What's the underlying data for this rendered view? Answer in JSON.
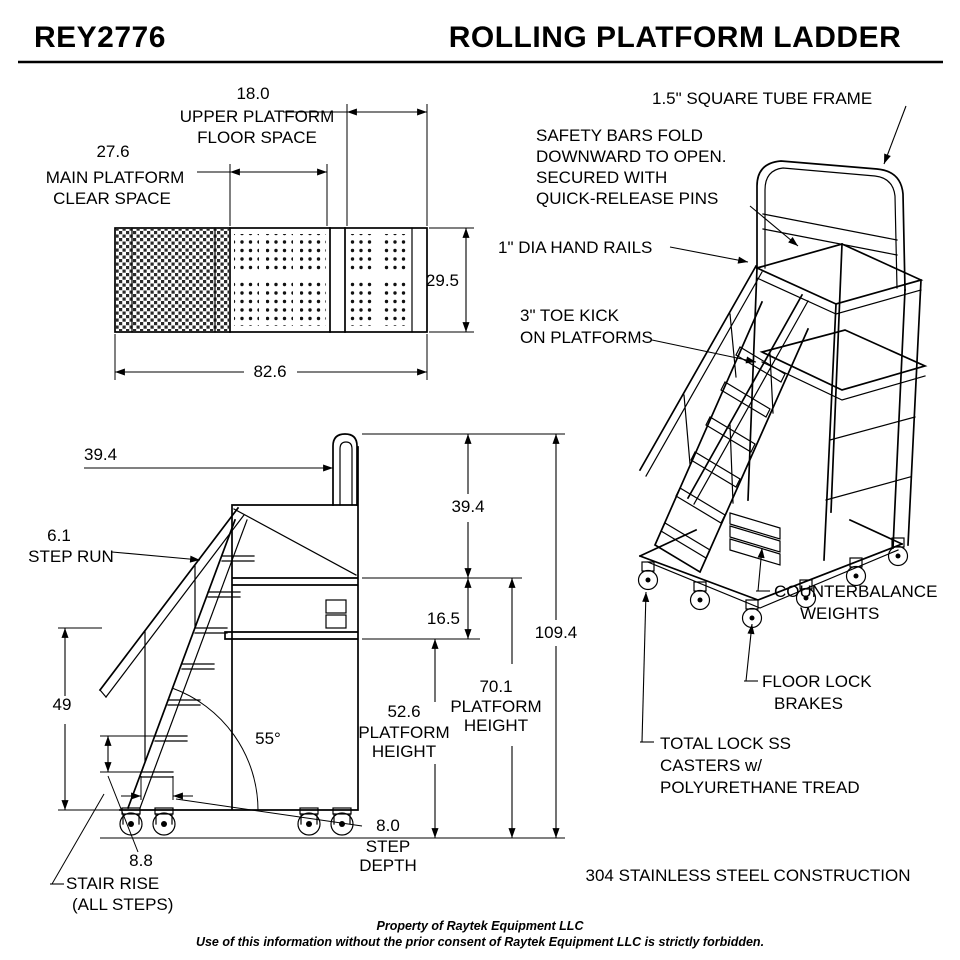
{
  "header": {
    "part_number": "REY2776",
    "title": "ROLLING PLATFORM LADDER"
  },
  "top_view": {
    "dim_upper_floor_space": "18.0",
    "label_upper_floor_space": [
      "UPPER PLATFORM",
      "FLOOR SPACE"
    ],
    "dim_main_clear_space": "27.6",
    "label_main_clear_space": [
      "MAIN PLATFORM",
      "CLEAR SPACE"
    ],
    "dim_width": "29.5",
    "dim_overall_length": "82.6"
  },
  "side_view": {
    "dim_handrail_height": "39.4",
    "dim_step_run": "6.1",
    "label_step_run": "STEP RUN",
    "dim_guardrail_height": "39.4",
    "dim_platform_gap": "16.5",
    "dim_overall_height": "109.4",
    "dim_upper_platform_height": "70.1",
    "dim_main_platform_height": "52.6",
    "label_platform_height": [
      "PLATFORM",
      "HEIGHT"
    ],
    "dim_stair_angle": "55°",
    "dim_handrail_low_height": "49",
    "dim_step_depth": "8.0",
    "label_step_depth": [
      "STEP",
      "DEPTH"
    ],
    "dim_stair_rise": "8.8",
    "label_stair_rise": [
      "STAIR RISE",
      "(ALL STEPS)"
    ]
  },
  "iso_view": {
    "callout_tube_frame": "1.5\" SQUARE TUBE FRAME",
    "callout_safety_bars": [
      "SAFETY BARS FOLD",
      "DOWNWARD TO OPEN.",
      "SECURED WITH",
      "QUICK-RELEASE PINS"
    ],
    "callout_hand_rails": "1\" DIA HAND RAILS",
    "callout_toe_kick": [
      "3\" TOE KICK",
      "ON PLATFORMS"
    ],
    "callout_counterbalance": [
      "COUNTERBALANCE",
      "WEIGHTS"
    ],
    "callout_floor_lock": [
      "FLOOR LOCK",
      "BRAKES"
    ],
    "callout_casters": [
      "TOTAL LOCK SS",
      "CASTERS w/",
      "POLYURETHANE TREAD"
    ],
    "note_construction": "304 STAINLESS STEEL CONSTRUCTION"
  },
  "footer": {
    "line1": "Property of Raytek Equipment LLC",
    "line2": "Use of this information without the prior consent of Raytek Equipment LLC is strictly forbidden."
  }
}
